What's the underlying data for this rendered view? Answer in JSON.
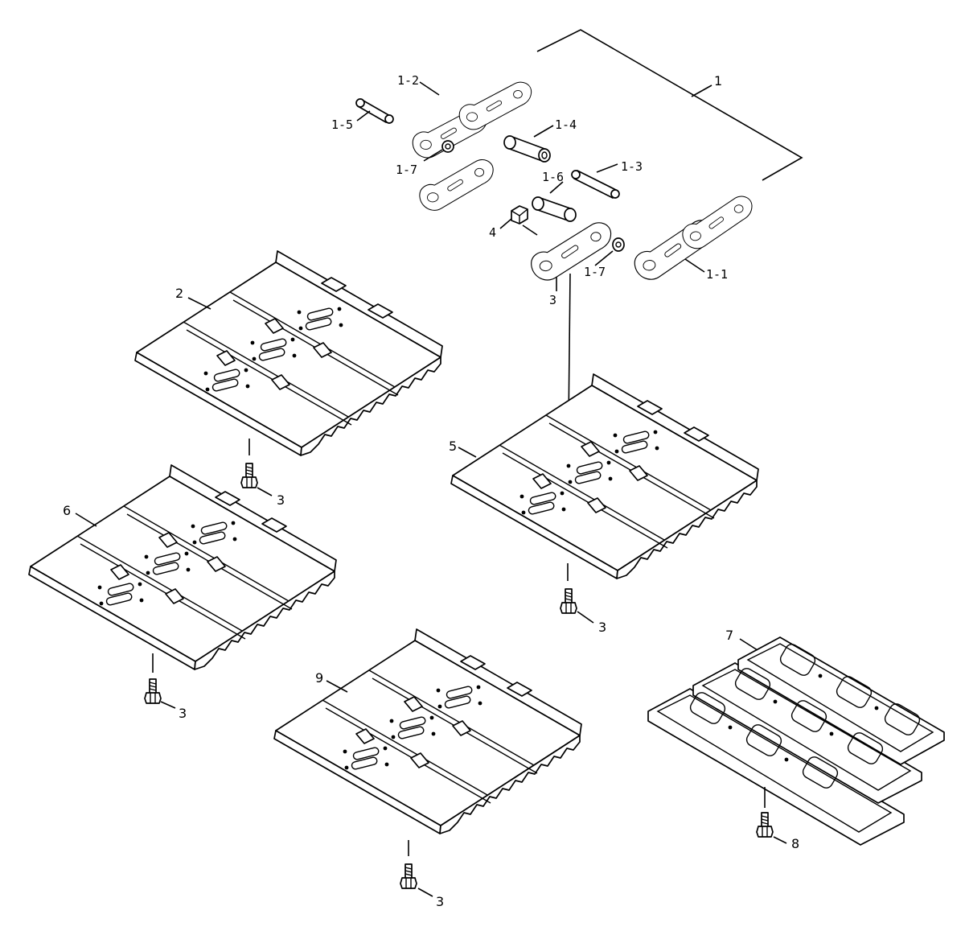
{
  "diagram": {
    "callouts": {
      "c1": "1",
      "c1_1": "1-1",
      "c1_2": "1-2",
      "c1_3": "1-3",
      "c1_4": "1-4",
      "c1_5": "1-5",
      "c1_6": "1-6",
      "c1_7a": "1-7",
      "c1_7b": "1-7",
      "c2": "2",
      "c3_link": "3",
      "c3_a": "3",
      "c3_b": "3",
      "c3_c": "3",
      "c3_d": "3",
      "c4": "4",
      "c5": "5",
      "c6": "6",
      "c7": "7",
      "c8": "8",
      "c9": "9"
    }
  }
}
